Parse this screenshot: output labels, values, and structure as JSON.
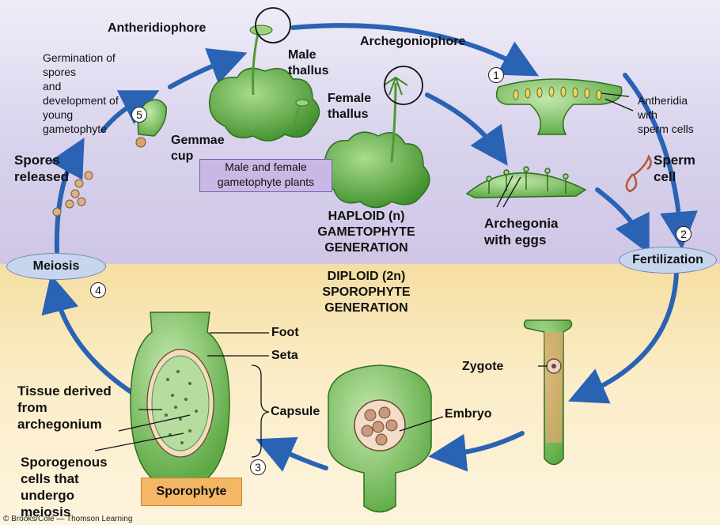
{
  "labels": {
    "antheridiophore": "Antheridiophore",
    "archegoniophore": "Archegoniophore",
    "male_thallus": [
      "Male",
      "thallus"
    ],
    "female_thallus": [
      "Female",
      "thallus"
    ],
    "germination": [
      "Germination of",
      "spores",
      "and",
      "development of",
      "young",
      "gametophyte"
    ],
    "gemmae_cup": [
      "Gemmae",
      "cup"
    ],
    "gametophyte_plants": [
      "Male and female",
      "gametophyte plants"
    ],
    "spores_released": [
      "Spores",
      "released"
    ],
    "antheridia": [
      "Antheridia",
      "with",
      "sperm cells"
    ],
    "sperm_cell": [
      "Sperm",
      "cell"
    ],
    "archegonia": [
      "Archegonia",
      "with eggs"
    ],
    "haploid": [
      "HAPLOID (n)",
      "GAMETOPHYTE",
      "GENERATION"
    ],
    "diploid": [
      "DIPLOID (2n)",
      "SPOROPHYTE",
      "GENERATION"
    ],
    "meiosis": "Meiosis",
    "fertilization": "Fertilization",
    "foot": "Foot",
    "seta": "Seta",
    "capsule": "Capsule",
    "zygote": "Zygote",
    "embryo": "Embryo",
    "tissue": [
      "Tissue derived",
      "from",
      "archegonium"
    ],
    "sporogenous": [
      "Sporogenous",
      "cells that",
      "undergo",
      "meiosis"
    ],
    "sporophyte": "Sporophyte",
    "copyright": "© Brooks/Cole — Thomson Learning"
  },
  "steps": [
    "1",
    "2",
    "3",
    "4",
    "5"
  ],
  "colors": {
    "haploid_bg": "#d8d2ec",
    "diploid_bg": "#fbedc8",
    "arrow": "#2a62b4",
    "plant_green": "#5aa83c",
    "oval_fill": "#c7d6ee",
    "plants_box": "#c9b8e4",
    "sporophyte_box": "#f4b766"
  }
}
